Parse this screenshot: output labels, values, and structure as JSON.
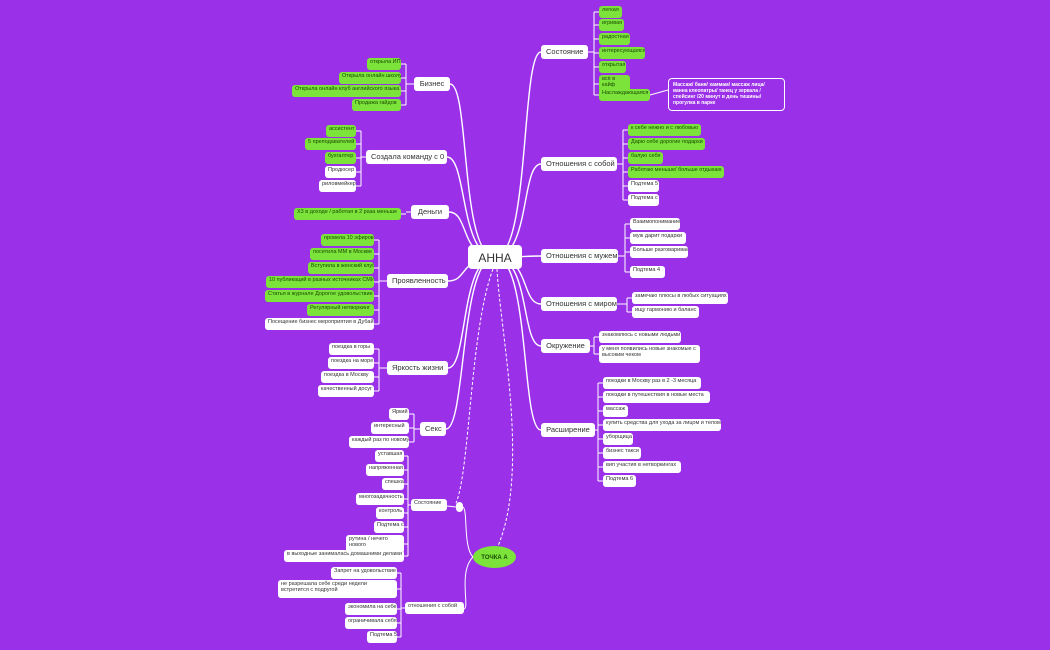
{
  "center": "АННА",
  "colors": {
    "background": "#9b30e9",
    "leaf_green": "#7be33a",
    "node_white": "#ffffff",
    "link": "#ffffff"
  },
  "branches": {
    "biz": {
      "label": "Бизнес",
      "items": [
        {
          "text": "открыла ИП",
          "green": true
        },
        {
          "text": "Открыла онлайн школу",
          "green": true
        },
        {
          "text": "Открыла онлайн клуб английского языка",
          "green": true
        },
        {
          "text": "Продажа гайдов",
          "green": true
        }
      ]
    },
    "team": {
      "label": "Создала команду с 0",
      "items": [
        {
          "text": "ассистент",
          "green": true
        },
        {
          "text": "5 преподавателей",
          "green": true
        },
        {
          "text": "бухгалтер",
          "green": true
        },
        {
          "text": "Продюсер",
          "green": false
        },
        {
          "text": "риловмейкер",
          "green": false
        }
      ]
    },
    "money": {
      "label": "Деньги",
      "items": [
        {
          "text": "Х3 в доходе / работая в 2 раза меньше",
          "green": true
        }
      ]
    },
    "show": {
      "label": "Проявленность",
      "items": [
        {
          "text": "провела 10 эфиров",
          "green": true
        },
        {
          "text": "посетила ММ в Москве",
          "green": true
        },
        {
          "text": "Вступила в женский клуб",
          "green": true
        },
        {
          "text": "10 публикаций в разных источниках СМИ",
          "green": true
        },
        {
          "text": "Статья в журнале Дорогое удовольствие",
          "green": true
        },
        {
          "text": "Регулярный нетворкинг",
          "green": true
        },
        {
          "text": "Посещение бизнес мероприятия в Дубай",
          "green": false
        }
      ]
    },
    "bright": {
      "label": "Яркость жизни",
      "items": [
        {
          "text": "поездка в горы",
          "green": false
        },
        {
          "text": "поездка на море",
          "green": false
        },
        {
          "text": "поездка в Москву",
          "green": false
        },
        {
          "text": "качественный досуг",
          "green": false
        }
      ]
    },
    "sex": {
      "label": "Секс",
      "items": [
        {
          "text": "Яркий",
          "green": false
        },
        {
          "text": "интересный",
          "green": false
        },
        {
          "text": "каждый раз по новому",
          "green": false
        }
      ]
    },
    "state": {
      "label": "Состояние",
      "items": [
        {
          "text": "легкая",
          "green": true
        },
        {
          "text": "игривая",
          "green": true
        },
        {
          "text": "радостная",
          "green": true
        },
        {
          "text": "интересующаяся",
          "green": true
        },
        {
          "text": "открытая",
          "green": true
        },
        {
          "text": "всё в кайф",
          "green": true
        },
        {
          "text": "Наслаждающаяся",
          "green": true
        }
      ],
      "callout": "Массаж/ баня/ хаммам/ массаж лица/ ванна клеопатры/ танец у зеркала / спейсинг /20 минут в день тишины/ прогулка в парке"
    },
    "self": {
      "label": "Отношения с собой",
      "items": [
        {
          "text": "к себе нежно и с любовью",
          "green": true
        },
        {
          "text": "Дарю себе дорогие подарки",
          "green": true
        },
        {
          "text": "балую себя",
          "green": true
        },
        {
          "text": "Работаю меньше/ больше отдыхаю",
          "green": true
        },
        {
          "text": "Подтема 5",
          "green": false
        },
        {
          "text": "Подтема с",
          "green": false
        }
      ]
    },
    "husband": {
      "label": "Отношения с мужем",
      "items": [
        {
          "text": "Взаимопонимание",
          "green": false
        },
        {
          "text": "муж дарит подарки",
          "green": false
        },
        {
          "text": "Больше разговариваем",
          "green": false
        },
        {
          "text": "Подтема 4",
          "green": false
        }
      ]
    },
    "world": {
      "label": "Отношения с миром",
      "items": [
        {
          "text": "замечаю плюсы в любых ситуациях",
          "green": false
        },
        {
          "text": "ищу гармонию и баланс",
          "green": false
        }
      ]
    },
    "env": {
      "label": "Окружение",
      "items": [
        {
          "text": "знакомлюсь с новыми людьми",
          "green": false
        },
        {
          "text": "у меня появились новые знакомые с высоким чеком",
          "green": false
        }
      ]
    },
    "expand": {
      "label": "Расширение",
      "items": [
        {
          "text": "поездки в Москву раз в 2 -3 месяца",
          "green": false
        },
        {
          "text": "поездки в путешествия в новые места",
          "green": false
        },
        {
          "text": "массаж",
          "green": false
        },
        {
          "text": "купить средства для ухода за лицом и телом",
          "green": false
        },
        {
          "text": "уборщица",
          "green": false
        },
        {
          "text": "бизнес такси",
          "green": false
        },
        {
          "text": "вип участия в нетворкингах",
          "green": false
        },
        {
          "text": "Подтема 6",
          "green": false
        }
      ]
    }
  },
  "point_a": {
    "label": "ТОЧКА А",
    "state": {
      "label": "Состояние",
      "items": [
        {
          "text": "уставшая"
        },
        {
          "text": "напряженная"
        },
        {
          "text": "спешка"
        },
        {
          "text": "многозадачность"
        },
        {
          "text": "контроль"
        },
        {
          "text": "Подтема с"
        },
        {
          "text": "рутина / нечего нового"
        },
        {
          "text": "в выходные занималась домашними делами"
        }
      ]
    },
    "self": {
      "label": "отношения с собой",
      "items": [
        {
          "text": "Запрет на удовольствие"
        },
        {
          "text": "не разрешала себе среди недели встретится с подругой"
        },
        {
          "text": "экономила на себе"
        },
        {
          "text": "ограничивала себя"
        },
        {
          "text": "Подтема 5"
        }
      ]
    }
  }
}
